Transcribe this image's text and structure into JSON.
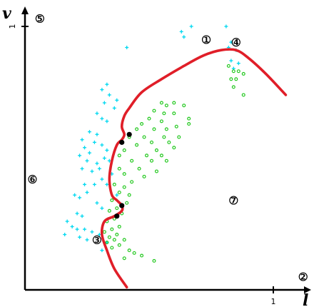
{
  "chart_data": {
    "type": "scatter",
    "title": "",
    "xlabel": "l",
    "ylabel": "v",
    "xlim": [
      0,
      1.12
    ],
    "ylim": [
      0,
      1.05
    ],
    "x_ticks": [
      {
        "value": 1,
        "label": "1"
      }
    ],
    "y_ticks": [
      {
        "value": 1,
        "label": "1"
      }
    ],
    "grid": false,
    "legend": "none",
    "colors": {
      "axis": "#000000",
      "cyan": "#00d8f0",
      "green": "#22c81e",
      "curve": "#e01e28",
      "dot": "#000000"
    },
    "series": [
      {
        "marker": "plus",
        "color_key": "cyan",
        "points": [
          [
            0.67,
            1.0
          ],
          [
            0.63,
            0.98
          ],
          [
            0.64,
            0.96
          ],
          [
            0.41,
            0.92
          ],
          [
            0.81,
            1.0
          ],
          [
            0.83,
            0.94
          ],
          [
            0.82,
            0.92
          ],
          [
            0.85,
            0.91
          ],
          [
            0.83,
            0.87
          ],
          [
            0.86,
            0.86
          ],
          [
            0.84,
            0.84
          ],
          [
            0.33,
            0.78
          ],
          [
            0.31,
            0.76
          ],
          [
            0.34,
            0.74
          ],
          [
            0.32,
            0.71
          ],
          [
            0.37,
            0.72
          ],
          [
            0.36,
            0.69
          ],
          [
            0.29,
            0.67
          ],
          [
            0.31,
            0.65
          ],
          [
            0.33,
            0.64
          ],
          [
            0.26,
            0.6
          ],
          [
            0.29,
            0.59
          ],
          [
            0.23,
            0.57
          ],
          [
            0.28,
            0.56
          ],
          [
            0.24,
            0.54
          ],
          [
            0.31,
            0.55
          ],
          [
            0.33,
            0.53
          ],
          [
            0.26,
            0.52
          ],
          [
            0.22,
            0.51
          ],
          [
            0.25,
            0.49
          ],
          [
            0.29,
            0.48
          ],
          [
            0.32,
            0.5
          ],
          [
            0.34,
            0.49
          ],
          [
            0.23,
            0.46
          ],
          [
            0.27,
            0.45
          ],
          [
            0.3,
            0.46
          ],
          [
            0.35,
            0.44
          ],
          [
            0.31,
            0.42
          ],
          [
            0.33,
            0.4
          ],
          [
            0.24,
            0.4
          ],
          [
            0.28,
            0.4
          ],
          [
            0.2,
            0.36
          ],
          [
            0.22,
            0.35
          ],
          [
            0.25,
            0.37
          ],
          [
            0.29,
            0.33
          ],
          [
            0.31,
            0.31
          ],
          [
            0.21,
            0.29
          ],
          [
            0.23,
            0.28
          ],
          [
            0.17,
            0.26
          ],
          [
            0.19,
            0.24
          ],
          [
            0.21,
            0.23
          ],
          [
            0.24,
            0.23
          ],
          [
            0.27,
            0.22
          ],
          [
            0.3,
            0.21
          ],
          [
            0.16,
            0.21
          ],
          [
            0.22,
            0.2
          ],
          [
            0.25,
            0.19
          ],
          [
            0.33,
            0.18
          ],
          [
            0.31,
            0.15
          ],
          [
            0.37,
            0.36
          ]
        ]
      },
      {
        "marker": "circle",
        "color_key": "green",
        "points": [
          [
            0.82,
            0.85
          ],
          [
            0.84,
            0.83
          ],
          [
            0.86,
            0.83
          ],
          [
            0.83,
            0.8
          ],
          [
            0.85,
            0.8
          ],
          [
            0.88,
            0.82
          ],
          [
            0.84,
            0.77
          ],
          [
            0.88,
            0.74
          ],
          [
            0.55,
            0.71
          ],
          [
            0.57,
            0.7
          ],
          [
            0.6,
            0.71
          ],
          [
            0.64,
            0.7
          ],
          [
            0.52,
            0.68
          ],
          [
            0.56,
            0.67
          ],
          [
            0.5,
            0.65
          ],
          [
            0.6,
            0.67
          ],
          [
            0.47,
            0.63
          ],
          [
            0.55,
            0.64
          ],
          [
            0.61,
            0.62
          ],
          [
            0.66,
            0.65
          ],
          [
            0.45,
            0.61
          ],
          [
            0.52,
            0.61
          ],
          [
            0.57,
            0.61
          ],
          [
            0.62,
            0.58
          ],
          [
            0.66,
            0.63
          ],
          [
            0.42,
            0.58
          ],
          [
            0.48,
            0.58
          ],
          [
            0.56,
            0.58
          ],
          [
            0.51,
            0.56
          ],
          [
            0.45,
            0.55
          ],
          [
            0.58,
            0.56
          ],
          [
            0.4,
            0.53
          ],
          [
            0.53,
            0.53
          ],
          [
            0.6,
            0.54
          ],
          [
            0.38,
            0.51
          ],
          [
            0.49,
            0.51
          ],
          [
            0.55,
            0.51
          ],
          [
            0.43,
            0.49
          ],
          [
            0.51,
            0.49
          ],
          [
            0.57,
            0.49
          ],
          [
            0.38,
            0.46
          ],
          [
            0.46,
            0.46
          ],
          [
            0.53,
            0.45
          ],
          [
            0.4,
            0.44
          ],
          [
            0.48,
            0.43
          ],
          [
            0.43,
            0.41
          ],
          [
            0.36,
            0.4
          ],
          [
            0.4,
            0.39
          ],
          [
            0.38,
            0.37
          ],
          [
            0.42,
            0.36
          ],
          [
            0.35,
            0.34
          ],
          [
            0.41,
            0.33
          ],
          [
            0.37,
            0.31
          ],
          [
            0.34,
            0.3
          ],
          [
            0.39,
            0.29
          ],
          [
            0.36,
            0.27
          ],
          [
            0.33,
            0.26
          ],
          [
            0.38,
            0.24
          ],
          [
            0.35,
            0.23
          ],
          [
            0.32,
            0.22
          ],
          [
            0.37,
            0.21
          ],
          [
            0.34,
            0.2
          ],
          [
            0.4,
            0.19
          ],
          [
            0.36,
            0.19
          ],
          [
            0.33,
            0.18
          ],
          [
            0.38,
            0.17
          ],
          [
            0.42,
            0.15
          ],
          [
            0.35,
            0.16
          ],
          [
            0.44,
            0.14
          ],
          [
            0.4,
            0.12
          ],
          [
            0.52,
            0.11
          ],
          [
            0.47,
            0.13
          ]
        ]
      }
    ],
    "curve": [
      [
        0.41,
        0.01
      ],
      [
        0.36,
        0.08
      ],
      [
        0.33,
        0.15
      ],
      [
        0.31,
        0.21
      ],
      [
        0.32,
        0.26
      ],
      [
        0.36,
        0.28
      ],
      [
        0.39,
        0.3
      ],
      [
        0.39,
        0.32
      ],
      [
        0.37,
        0.34
      ],
      [
        0.35,
        0.36
      ],
      [
        0.34,
        0.42
      ],
      [
        0.35,
        0.49
      ],
      [
        0.37,
        0.55
      ],
      [
        0.39,
        0.57
      ],
      [
        0.4,
        0.59
      ],
      [
        0.39,
        0.62
      ],
      [
        0.4,
        0.66
      ],
      [
        0.42,
        0.69
      ],
      [
        0.47,
        0.75
      ],
      [
        0.55,
        0.8
      ],
      [
        0.64,
        0.85
      ],
      [
        0.72,
        0.89
      ],
      [
        0.79,
        0.91
      ],
      [
        0.85,
        0.91
      ],
      [
        0.9,
        0.88
      ],
      [
        0.97,
        0.82
      ],
      [
        1.05,
        0.74
      ]
    ],
    "black_points": [
      [
        0.42,
        0.59
      ],
      [
        0.39,
        0.56
      ],
      [
        0.39,
        0.32
      ],
      [
        0.37,
        0.28
      ]
    ],
    "region_labels": [
      {
        "text": "1",
        "x": 0.73,
        "y": 0.95
      },
      {
        "text": "2",
        "x": 1.12,
        "y": 0.05
      },
      {
        "text": "3",
        "x": 0.29,
        "y": 0.19
      },
      {
        "text": "4",
        "x": 0.85,
        "y": 0.94
      },
      {
        "text": "5",
        "x": 0.06,
        "y": 1.03
      },
      {
        "text": "6",
        "x": 0.03,
        "y": 0.42
      },
      {
        "text": "7",
        "x": 0.84,
        "y": 0.34
      }
    ]
  }
}
